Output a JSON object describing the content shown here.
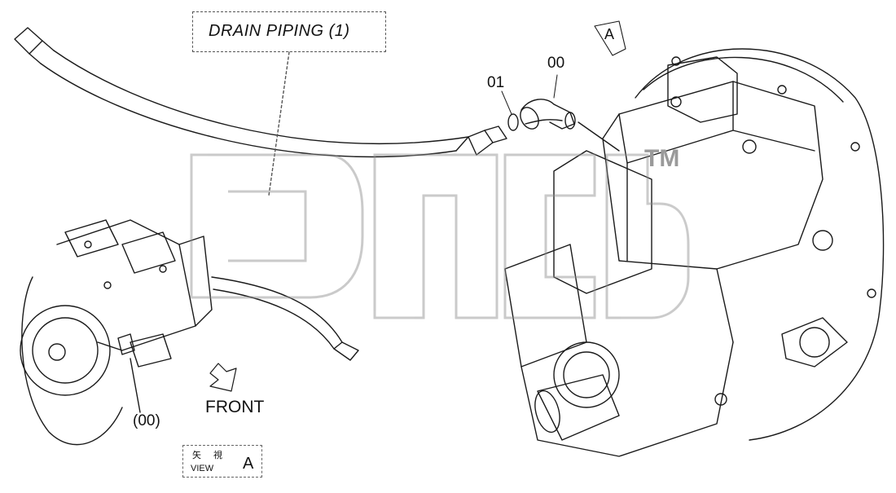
{
  "title": "DRAIN PIPING (1)",
  "callouts": {
    "part_01": "01",
    "part_00": "00",
    "part_00_paren": "(00)"
  },
  "direction_label": "FRONT",
  "view_marker": {
    "letter": "A",
    "cn": "矢 視",
    "en": "VIEW",
    "view_letter": "A"
  },
  "watermark": {
    "text": "TM"
  },
  "icons": [
    "front-arrow-icon",
    "view-arrow-icon"
  ]
}
